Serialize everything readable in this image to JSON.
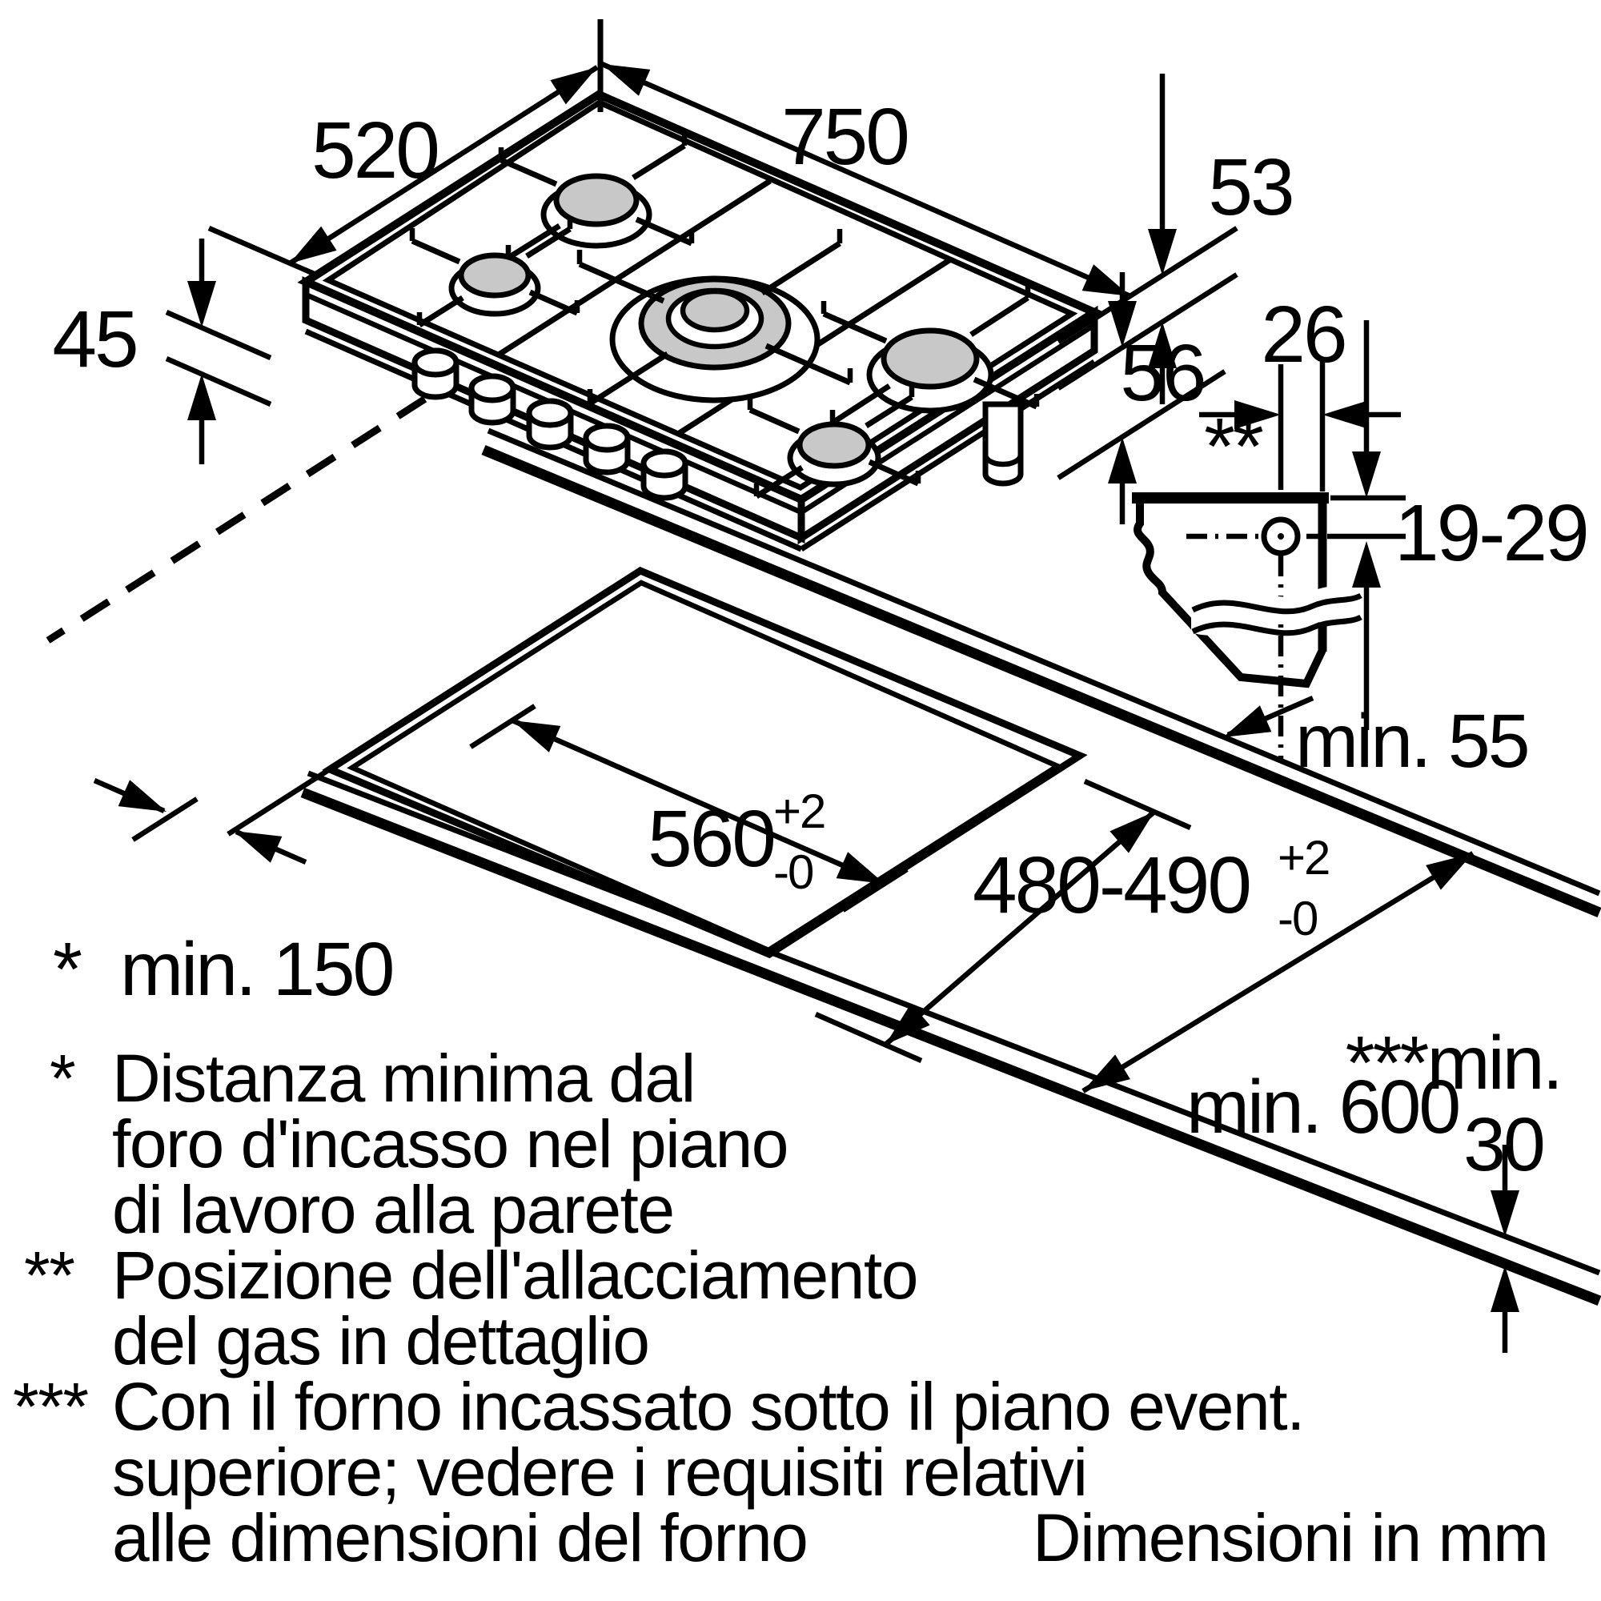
{
  "title": "Gas hob installation drawing",
  "units_note": "Dimensioni in mm",
  "colors": {
    "line": "#000000",
    "burner_fill": "#c8c8c8",
    "background": "#ffffff"
  },
  "labels": {
    "hob_width": "750",
    "hob_depth": "520",
    "body_height": "45",
    "edge_height": "53",
    "body_total_height": "56",
    "gas_offset": "26",
    "gas_depth_range": "19-29",
    "gas_marker": "**",
    "rear_clearance": "min. 55",
    "cutout_width": "560",
    "cutout_depth": "480-490",
    "tol_plus": "+2",
    "tol_minus": "-0",
    "wall_marker": "*",
    "wall_clearance": "min. 150",
    "worktop_depth": "min. 600",
    "oven_gap_prefix": "***min.",
    "oven_gap_value": "30"
  },
  "footnotes": [
    {
      "marker": "*",
      "text": "Distanza minima dal"
    },
    {
      "marker": "",
      "text": "foro d'incasso nel piano"
    },
    {
      "marker": "",
      "text": "di lavoro alla parete"
    },
    {
      "marker": "**",
      "text": "Posizione dell'allacciamento"
    },
    {
      "marker": "",
      "text": "del gas in dettaglio"
    },
    {
      "marker": "***",
      "text": "Con il forno incassato sotto il piano event."
    },
    {
      "marker": "",
      "text": "superiore; vedere i requisiti relativi"
    },
    {
      "marker": "",
      "text": "alle dimensioni del forno"
    }
  ]
}
